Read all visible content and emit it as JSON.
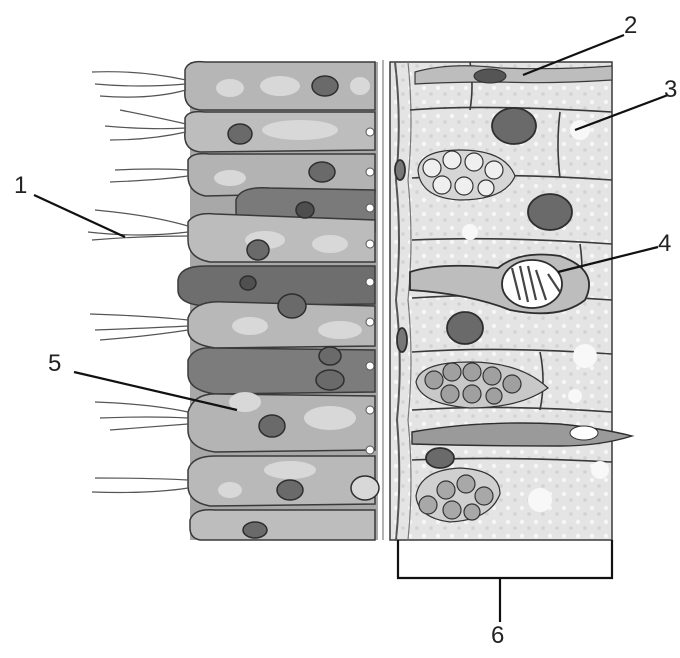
{
  "labels": {
    "l1": "1",
    "l2": "2",
    "l3": "3",
    "l4": "4",
    "l5": "5",
    "l6": "6"
  },
  "colors": {
    "left_cell_light": "#b9b9b9",
    "left_cell_dark": "#7d7d7d",
    "right_cell": "#e6e6e6",
    "nucleus": "#5a5a5a",
    "outline": "#3a3a3a",
    "background": "#ffffff"
  }
}
